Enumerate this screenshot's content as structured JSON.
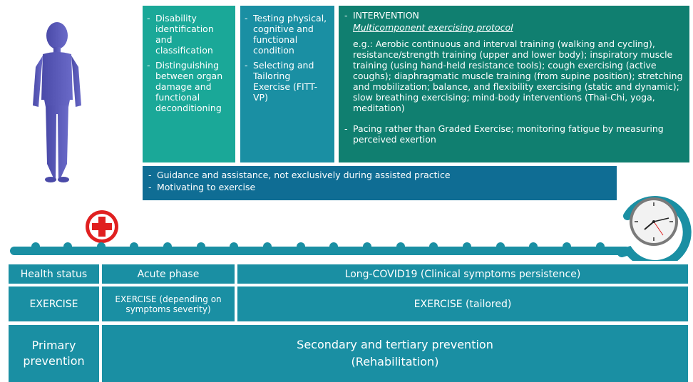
{
  "boxes": {
    "assessment": [
      "Disability identification and classification",
      "Distinguishing between organ damage and functional deconditioning"
    ],
    "testing": [
      "Testing physical, cognitive and functional condition",
      "Selecting and Tailoring Exercise (FITT-VP)"
    ],
    "intervention": {
      "heading": "INTERVENTION",
      "subheading": "Multicomponent exercising protocol",
      "examples": "e.g.: Aerobic continuous and interval training (walking and cycling), resistance/strength training (upper and lower body); inspiratory muscle training (using hand-held resistance tools); cough exercising (active coughs); diaphragmatic muscle training (from supine position); stretching and mobilization; balance, and flexibility exercising (static and dynamic); slow breathing exercising; mind-body interventions (Thai-Chi, yoga, meditation)",
      "pacing": "Pacing rather than Graded Exercise; monitoring fatigue by measuring perceived exertion"
    },
    "guidance": [
      "Guidance and assistance, not exclusively during assisted practice",
      "Motivating to exercise"
    ]
  },
  "table": {
    "health_status": "Health status",
    "acute_phase": "Acute phase",
    "long_covid": "Long-COVID19 (Clinical symptoms persistence)",
    "exercise": "EXERCISE",
    "exercise_acute": "EXERCISE (depending on symptoms severity)",
    "exercise_tailored": "EXERCISE (tailored)",
    "primary": "Primary prevention",
    "secondary_line1": "Secondary and tertiary prevention",
    "secondary_line2": "(Rehabilitation)"
  },
  "icons": [
    "person-figure-icon",
    "red-cross-icon",
    "clock-icon"
  ],
  "colors": {
    "teal": "#1aa898",
    "blue_teal": "#1a8fa3",
    "dark_teal": "#107f70",
    "blue": "#0f6d94",
    "red": "#e02020"
  }
}
